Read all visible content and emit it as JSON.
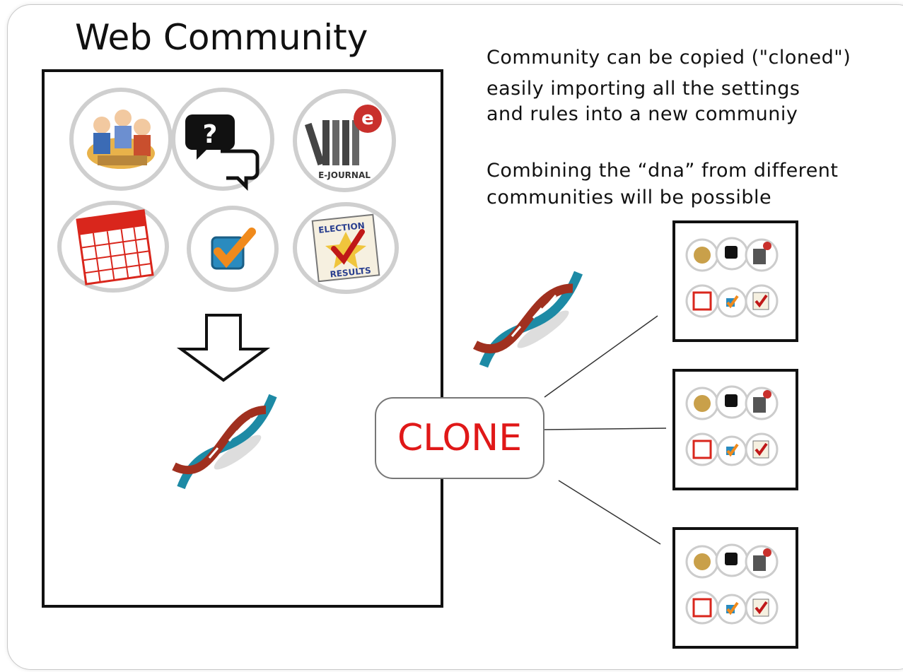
{
  "title": "Web Community",
  "description": {
    "line1": "Community can be copied (\"cloned\")",
    "line2": "easily importing all the settings",
    "line3": "and rules into a new communiy",
    "line4": "Combining the “dna” from different",
    "line5": "communities will be possible"
  },
  "clone_label": "CLONE",
  "icons": {
    "journal_label": "E-JOURNAL",
    "election_label_top": "ELECTION",
    "election_label_bottom": "RESULTS"
  },
  "colors": {
    "clone_text": "#e01818",
    "dna_teal": "#1d8aa5",
    "dna_red": "#a0301f",
    "calendar_red": "#d9261c",
    "check_orange": "#f08a1c"
  }
}
